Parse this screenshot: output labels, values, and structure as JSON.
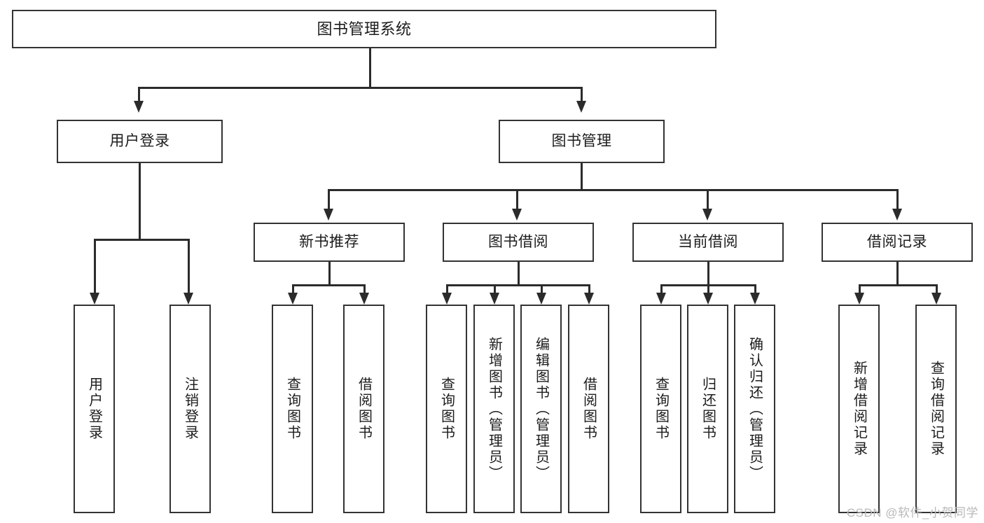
{
  "diagram": {
    "type": "tree-hierarchy",
    "title": "图书管理系统",
    "watermark": "CSDN @软件_小贺同学",
    "colors": {
      "stroke": "#333333",
      "connector": "#2b2b2b",
      "background": "#ffffff",
      "text": "#1c1c1c",
      "watermark": "#b9b9b9"
    },
    "root": {
      "label": "图书管理系统"
    },
    "level2": [
      {
        "label": "用户登录"
      },
      {
        "label": "图书管理"
      }
    ],
    "level3": [
      {
        "label": "新书推荐"
      },
      {
        "label": "图书借阅"
      },
      {
        "label": "当前借阅"
      },
      {
        "label": "借阅记录"
      }
    ],
    "leaves": {
      "user_login": [
        {
          "label": "用户登录"
        },
        {
          "label": "注销登录"
        }
      ],
      "new_book": [
        {
          "label": "查询图书"
        },
        {
          "label": "借阅图书"
        }
      ],
      "book_borrow": [
        {
          "label": "查询图书"
        },
        {
          "label": "新增图书（管理员）"
        },
        {
          "label": "编辑图书（管理员）"
        },
        {
          "label": "借阅图书"
        }
      ],
      "current_borrow": [
        {
          "label": "查询图书"
        },
        {
          "label": "归还图书"
        },
        {
          "label": "确认归还（管理员）"
        }
      ],
      "borrow_record": [
        {
          "label": "新增借阅记录"
        },
        {
          "label": "查询借阅记录"
        }
      ]
    }
  }
}
